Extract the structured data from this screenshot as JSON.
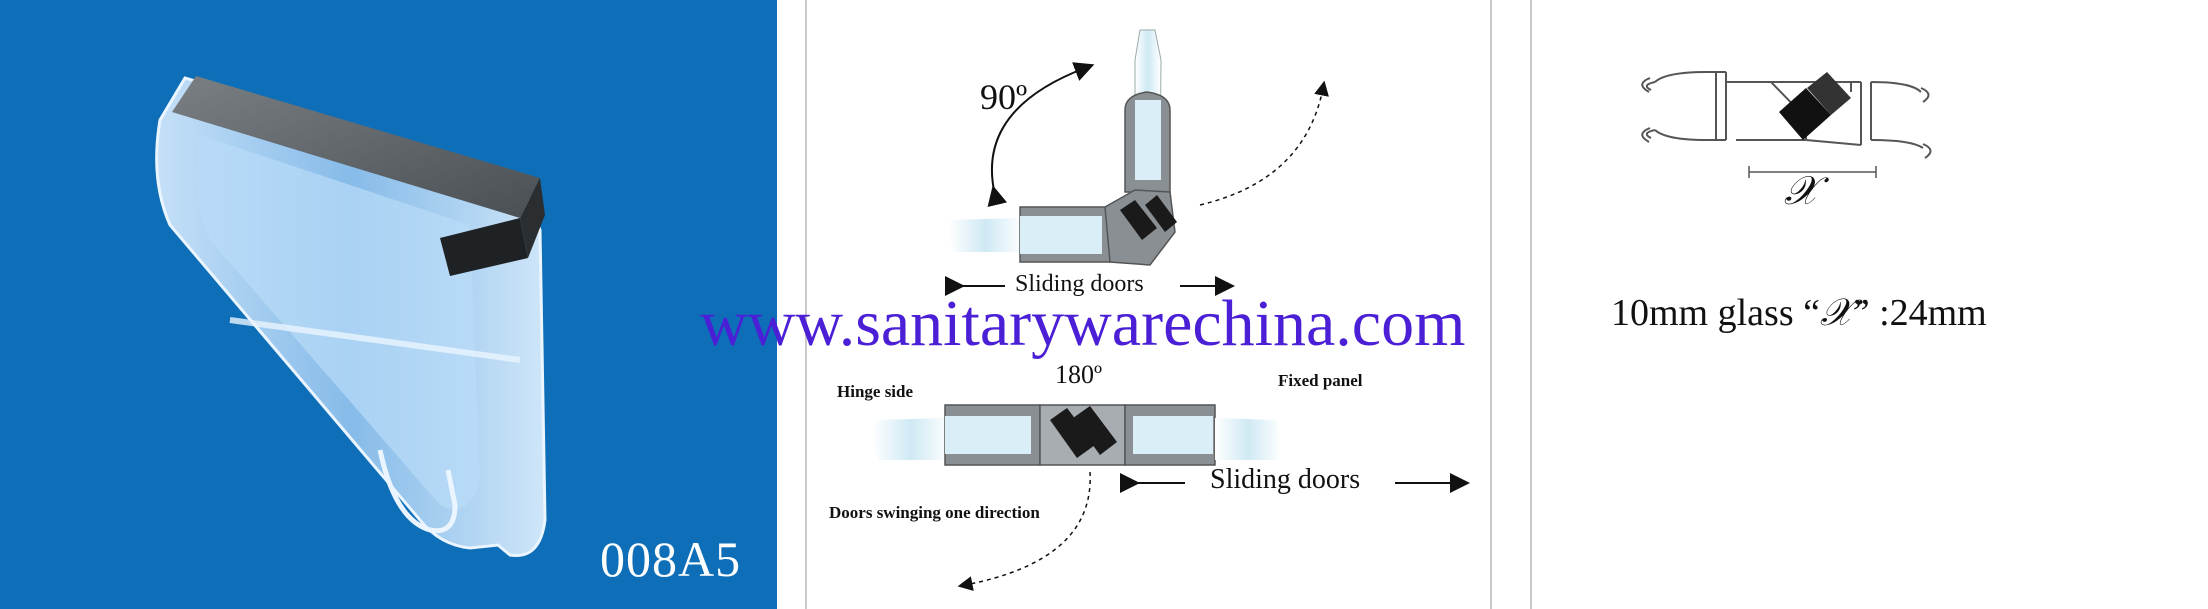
{
  "product": {
    "model_code": "008A5"
  },
  "diagram": {
    "angle_top": "90º",
    "sliding_top": "Sliding doors",
    "angle_bottom": "180º",
    "hinge_side": "Hinge side",
    "fixed_panel": "Fixed panel",
    "swinging": "Doors swinging one direction",
    "sliding_bottom": "Sliding doors"
  },
  "section": {
    "dimension_prefix": "10mm glass ",
    "dimension_open_quote": "“",
    "dimension_symbol": "𝒳",
    "dimension_close_quote": "”",
    "dimension_value": " :24mm",
    "axis_symbol": "𝒳"
  },
  "watermark": {
    "text": "www.sanitarywarechina.com"
  },
  "colors": {
    "product_background": "#0e6fb8",
    "watermark": "#4a1fd6"
  }
}
